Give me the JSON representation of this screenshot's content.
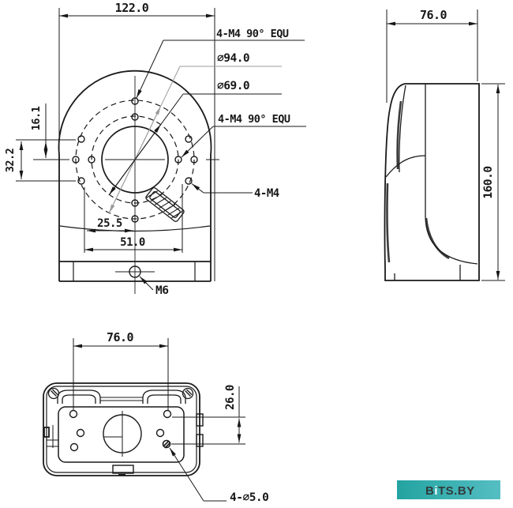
{
  "drawing_title": "camera-bracket-technical-drawing",
  "front_view": {
    "width_dim": "122.0",
    "left_dim_upper": "16.1",
    "left_dim_lower": "32.2",
    "bottom_dim_inner": "25.5",
    "bottom_dim_outer": "51.0",
    "callouts": {
      "top_holes": "4-M4 90° EQU",
      "outer_circle": "∅94.0",
      "inner_circle": "∅69.0",
      "mid_holes": "4-M4 90° EQU",
      "side_holes": "4-M4",
      "bottom_hole": "M6"
    }
  },
  "side_view": {
    "width_dim": "76.0",
    "height_dim": "160.0"
  },
  "bottom_view": {
    "width_dim": "76.0",
    "offset_dim": "26.0",
    "holes_callout": "4-∅5.0"
  },
  "watermark": {
    "text": "BiTS.BY",
    "part_b": "B",
    "part_i": "i",
    "part_rest": "TS.BY",
    "bar_color_left": "#23a3a1",
    "bar_color_right": "#55bec3",
    "text_color": "#333b3d",
    "i_color": "#ffffff"
  },
  "colors": {
    "line": "#1a1a1a",
    "gray_line": "#9b9b9b",
    "background": "#ffffff"
  }
}
